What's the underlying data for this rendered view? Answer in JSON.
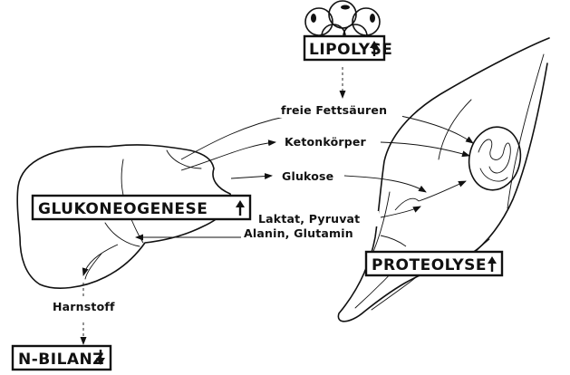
{
  "boxes": {
    "lipolyse": {
      "label": "LIPOLYSE",
      "direction": "up"
    },
    "glukoneogenese": {
      "label": "GLUKONEOGENESE",
      "direction": "up"
    },
    "proteolyse": {
      "label": "PROTEOLYSE",
      "direction": "up"
    },
    "n_bilanz": {
      "label": "N-BILANZ",
      "direction": "down"
    }
  },
  "labels": {
    "freie_fettsaeuren": "freie Fettsäuren",
    "ketonkoerper": "Ketonkörper",
    "glukose": "Glukose",
    "laktat_pyruvat": "Laktat, Pyruvat",
    "alanin_glutamin": "Alanin, Glutamin",
    "harnstoff": "Harnstoff"
  },
  "colors": {
    "ink": "#111111",
    "background": "#ffffff"
  },
  "icons": [
    "fat-cells-icon",
    "liver-icon",
    "muscle-icon",
    "mitochondrion-icon",
    "up-arrow-icon",
    "down-arrow-icon"
  ]
}
